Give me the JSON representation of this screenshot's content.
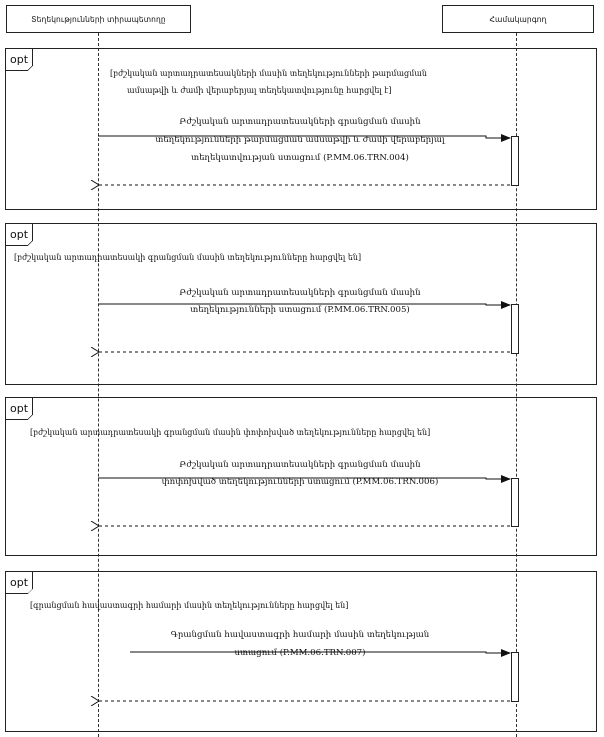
{
  "participants": {
    "left": "Տեղեկությունների տիրապետողը",
    "right": "Համակարգող"
  },
  "blocks": [
    {
      "operator": "opt",
      "guard_lines": [
        "[բժշկական արտադրատեսակների մասին տեղեկությունների թարմացման",
        "ամսաթվի և ժամի վերաբերյալ տեղեկատվությունը հարցվել է]"
      ],
      "message_lines": [
        "Բժշկական արտադրատեսակների գրանցման մասին",
        "տեղեկությունների թարմացման ամսաթվի և ժամի վերաբերյալ",
        "տեղեկատվության ստացում (P.MM.06.TRN.004)"
      ]
    },
    {
      "operator": "opt",
      "guard_lines": [
        "[բժշկական արտադրատեսակի գրանցման մասին տեղեկությունները հարցվել են]"
      ],
      "message_lines": [
        "Բժշկական արտադրատեսակների գրանցման մասին",
        "տեղեկությունների ստացում (P.MM.06.TRN.005)"
      ]
    },
    {
      "operator": "opt",
      "guard_lines": [
        "[բժշկական արտադրատեսակի գրանցման մասին փոփոխված տեղեկությունները հարցվել են]"
      ],
      "message_lines": [
        "Բժշկական արտադրատեսակների գրանցման մասին",
        "փոփոխված տեղեկությունների ստացում (P.MM.06.TRN.006)"
      ]
    },
    {
      "operator": "opt",
      "guard_lines": [
        "[գրանցման հավաստագրի համարի մասին տեղեկությունները հարցվել են]"
      ],
      "message_lines": [
        "Գրանցման հավաստագրի համարի մասին տեղեկության",
        "ստացում (P.MM.06.TRN.007)"
      ]
    }
  ]
}
